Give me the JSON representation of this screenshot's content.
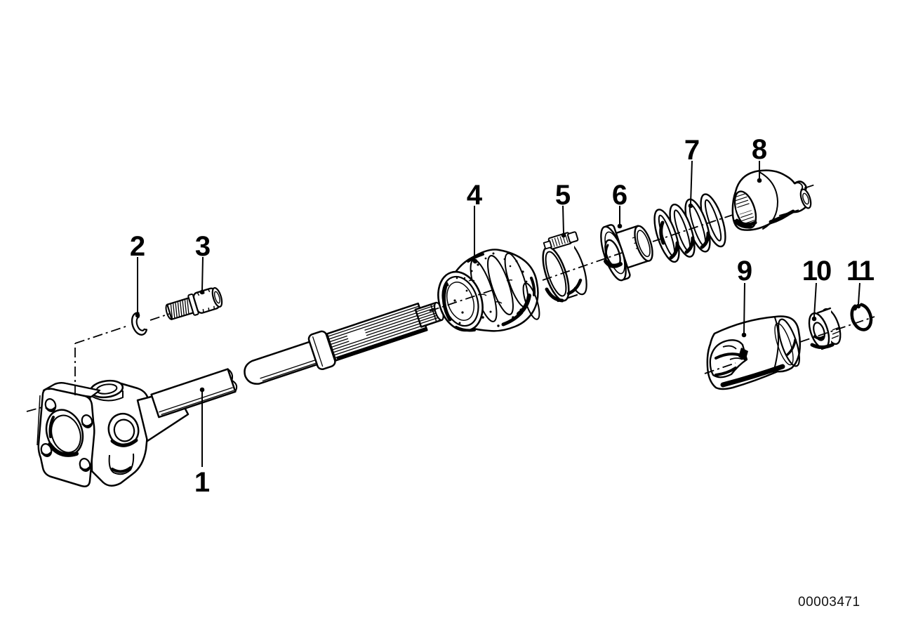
{
  "diagram": {
    "background_color": "#ffffff",
    "line_color": "#000000",
    "drawing_number": "00003471",
    "callouts": [
      {
        "label": "1",
        "part": "drive-shaft-with-flange-yoke"
      },
      {
        "label": "2",
        "part": "lock-washer"
      },
      {
        "label": "3",
        "part": "bolt"
      },
      {
        "label": "4",
        "part": "rubber-boot"
      },
      {
        "label": "5",
        "part": "hose-clamp"
      },
      {
        "label": "6",
        "part": "bushing-ring"
      },
      {
        "label": "7",
        "part": "coil-spring"
      },
      {
        "label": "8",
        "part": "splined-coupling-sleeve"
      },
      {
        "label": "9",
        "part": "joint-cup"
      },
      {
        "label": "10",
        "part": "spacer-ring"
      },
      {
        "label": "11",
        "part": "snap-ring"
      }
    ]
  }
}
